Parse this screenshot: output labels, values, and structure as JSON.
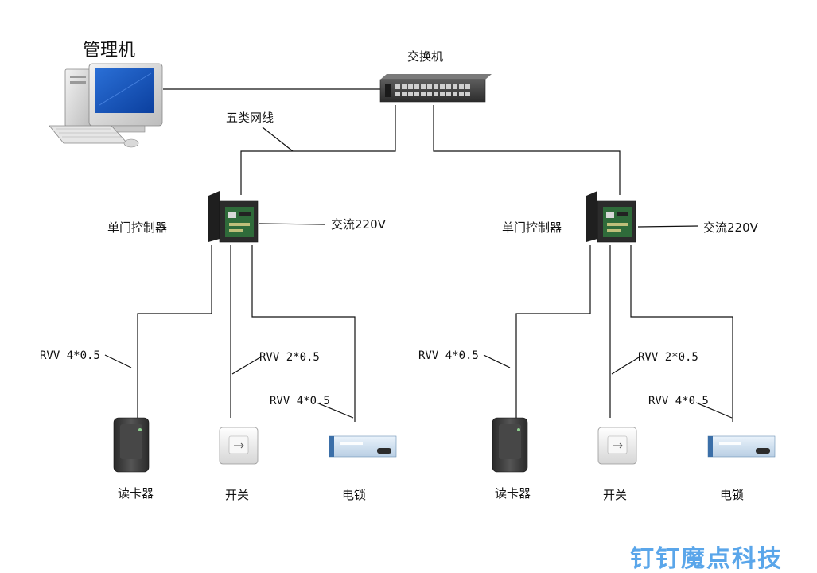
{
  "labels": {
    "manager_pc": "管理机",
    "switch": "交换机",
    "cat5_cable": "五类网线",
    "controller": "单门控制器",
    "ac_power": "交流220V",
    "cable_rvv_4x05": "RVV 4*0.5",
    "cable_rvv_2x05": "RVV 2*0.5",
    "card_reader": "读卡器",
    "exit_button": "开关",
    "electric_lock": "电锁"
  },
  "watermark": "钉钉魔点科技",
  "colors": {
    "wire": "#111111",
    "watermark": "#5aa6ea",
    "controller_cabinet": "#2b2b2b",
    "board": "#2f6b3a",
    "reader": "#3a3a3a",
    "lock_body": "#4a7fb8"
  },
  "branches": [
    {
      "controller": "单门控制器",
      "power": "交流220V",
      "reader_cable": "RVV 4*0.5",
      "button_cable": "RVV 2*0.5",
      "lock_cable": "RVV 4*0.5",
      "reader": "读卡器",
      "button": "开关",
      "lock": "电锁"
    },
    {
      "controller": "单门控制器",
      "power": "交流220V",
      "reader_cable": "RVV 4*0.5",
      "button_cable": "RVV 2*0.5",
      "lock_cable": "RVV 4*0.5",
      "reader": "读卡器",
      "button": "开关",
      "lock": "电锁"
    }
  ]
}
